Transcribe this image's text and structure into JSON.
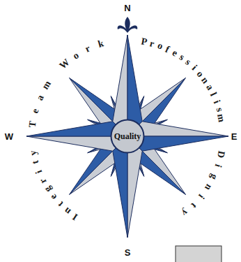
{
  "diagram": {
    "nodes": [
      {
        "text": [
          "Quality"
        ]
      }
    ],
    "labels": [
      "N",
      "S",
      "W",
      "E",
      "Team Work",
      "Professionalism",
      "Dignity",
      "Integrity"
    ]
  }
}
